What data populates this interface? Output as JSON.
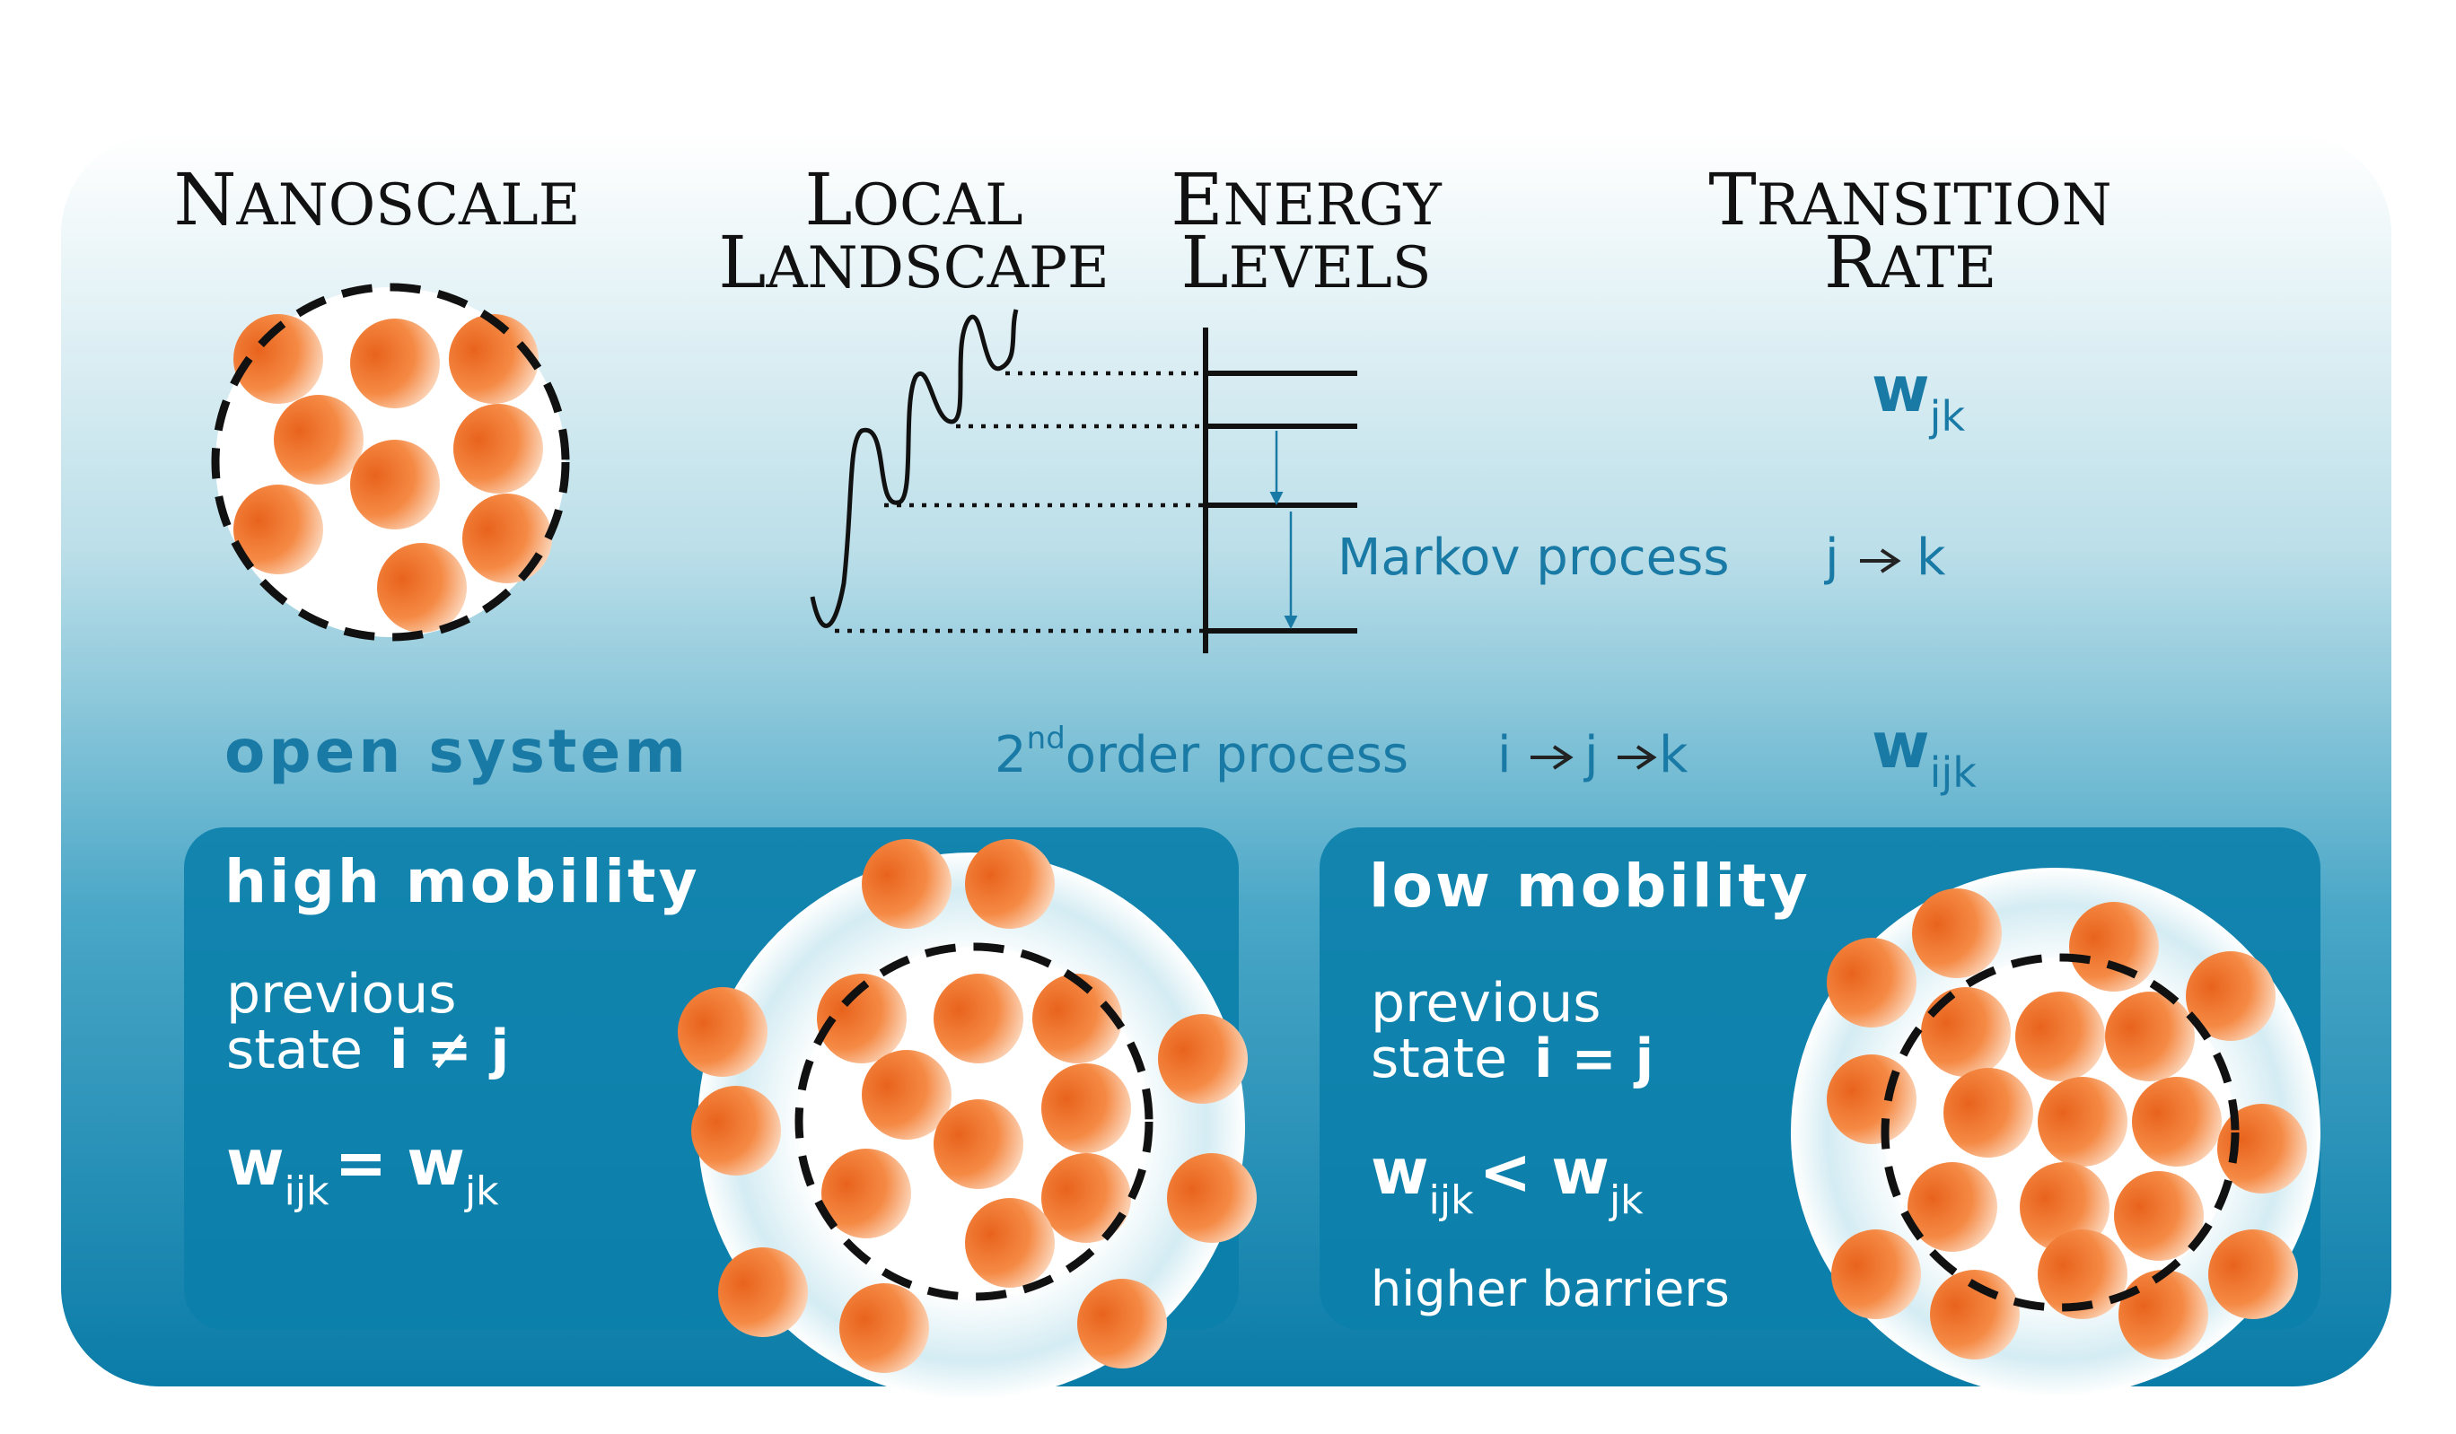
{
  "headers": {
    "nanoscale": {
      "cap": "N",
      "rest": "ANOSCALE"
    },
    "local": {
      "cap": "L",
      "rest": "OCAL"
    },
    "landscape": {
      "cap": "L",
      "rest": "ANDSCAPE"
    },
    "energy": {
      "cap": "E",
      "rest": "NERGY"
    },
    "levels": {
      "cap": "L",
      "rest": "EVELS"
    },
    "transition": {
      "cap": "T",
      "rest": "RANSITION"
    },
    "rate": {
      "cap": "R",
      "rest": "ATE"
    }
  },
  "rates": {
    "w_jk": {
      "base": "w",
      "sub": "jk"
    },
    "w_ijk": {
      "base": "w",
      "sub": "ijk"
    }
  },
  "markov": {
    "label": "Markov process",
    "from": "j",
    "to": "k"
  },
  "second_order": {
    "sup": "nd",
    "num": "2",
    "label": "order process",
    "i": "i",
    "j": "j",
    "k": "k"
  },
  "open_system": "open system",
  "high_panel": {
    "title": "high mobility",
    "line1": "previous",
    "line2_prefix": "state",
    "line2_expr": "i ≠ j",
    "lhs": {
      "base": "w",
      "sub": "ijk"
    },
    "op": "=",
    "rhs": {
      "base": "w",
      "sub": "jk"
    }
  },
  "low_panel": {
    "title": "low mobility",
    "line1": "previous",
    "line2_prefix": "state",
    "line2_expr": "i = j",
    "lhs": {
      "base": "w",
      "sub": "ijk"
    },
    "op": "<",
    "rhs": {
      "base": "w",
      "sub": "jk"
    },
    "note": "higher barriers"
  },
  "colors": {
    "accent_blue": "#1a7aa6",
    "panel_blue": "#0b7fab",
    "particle_orange": "#f07a2c",
    "ink": "#111111"
  }
}
